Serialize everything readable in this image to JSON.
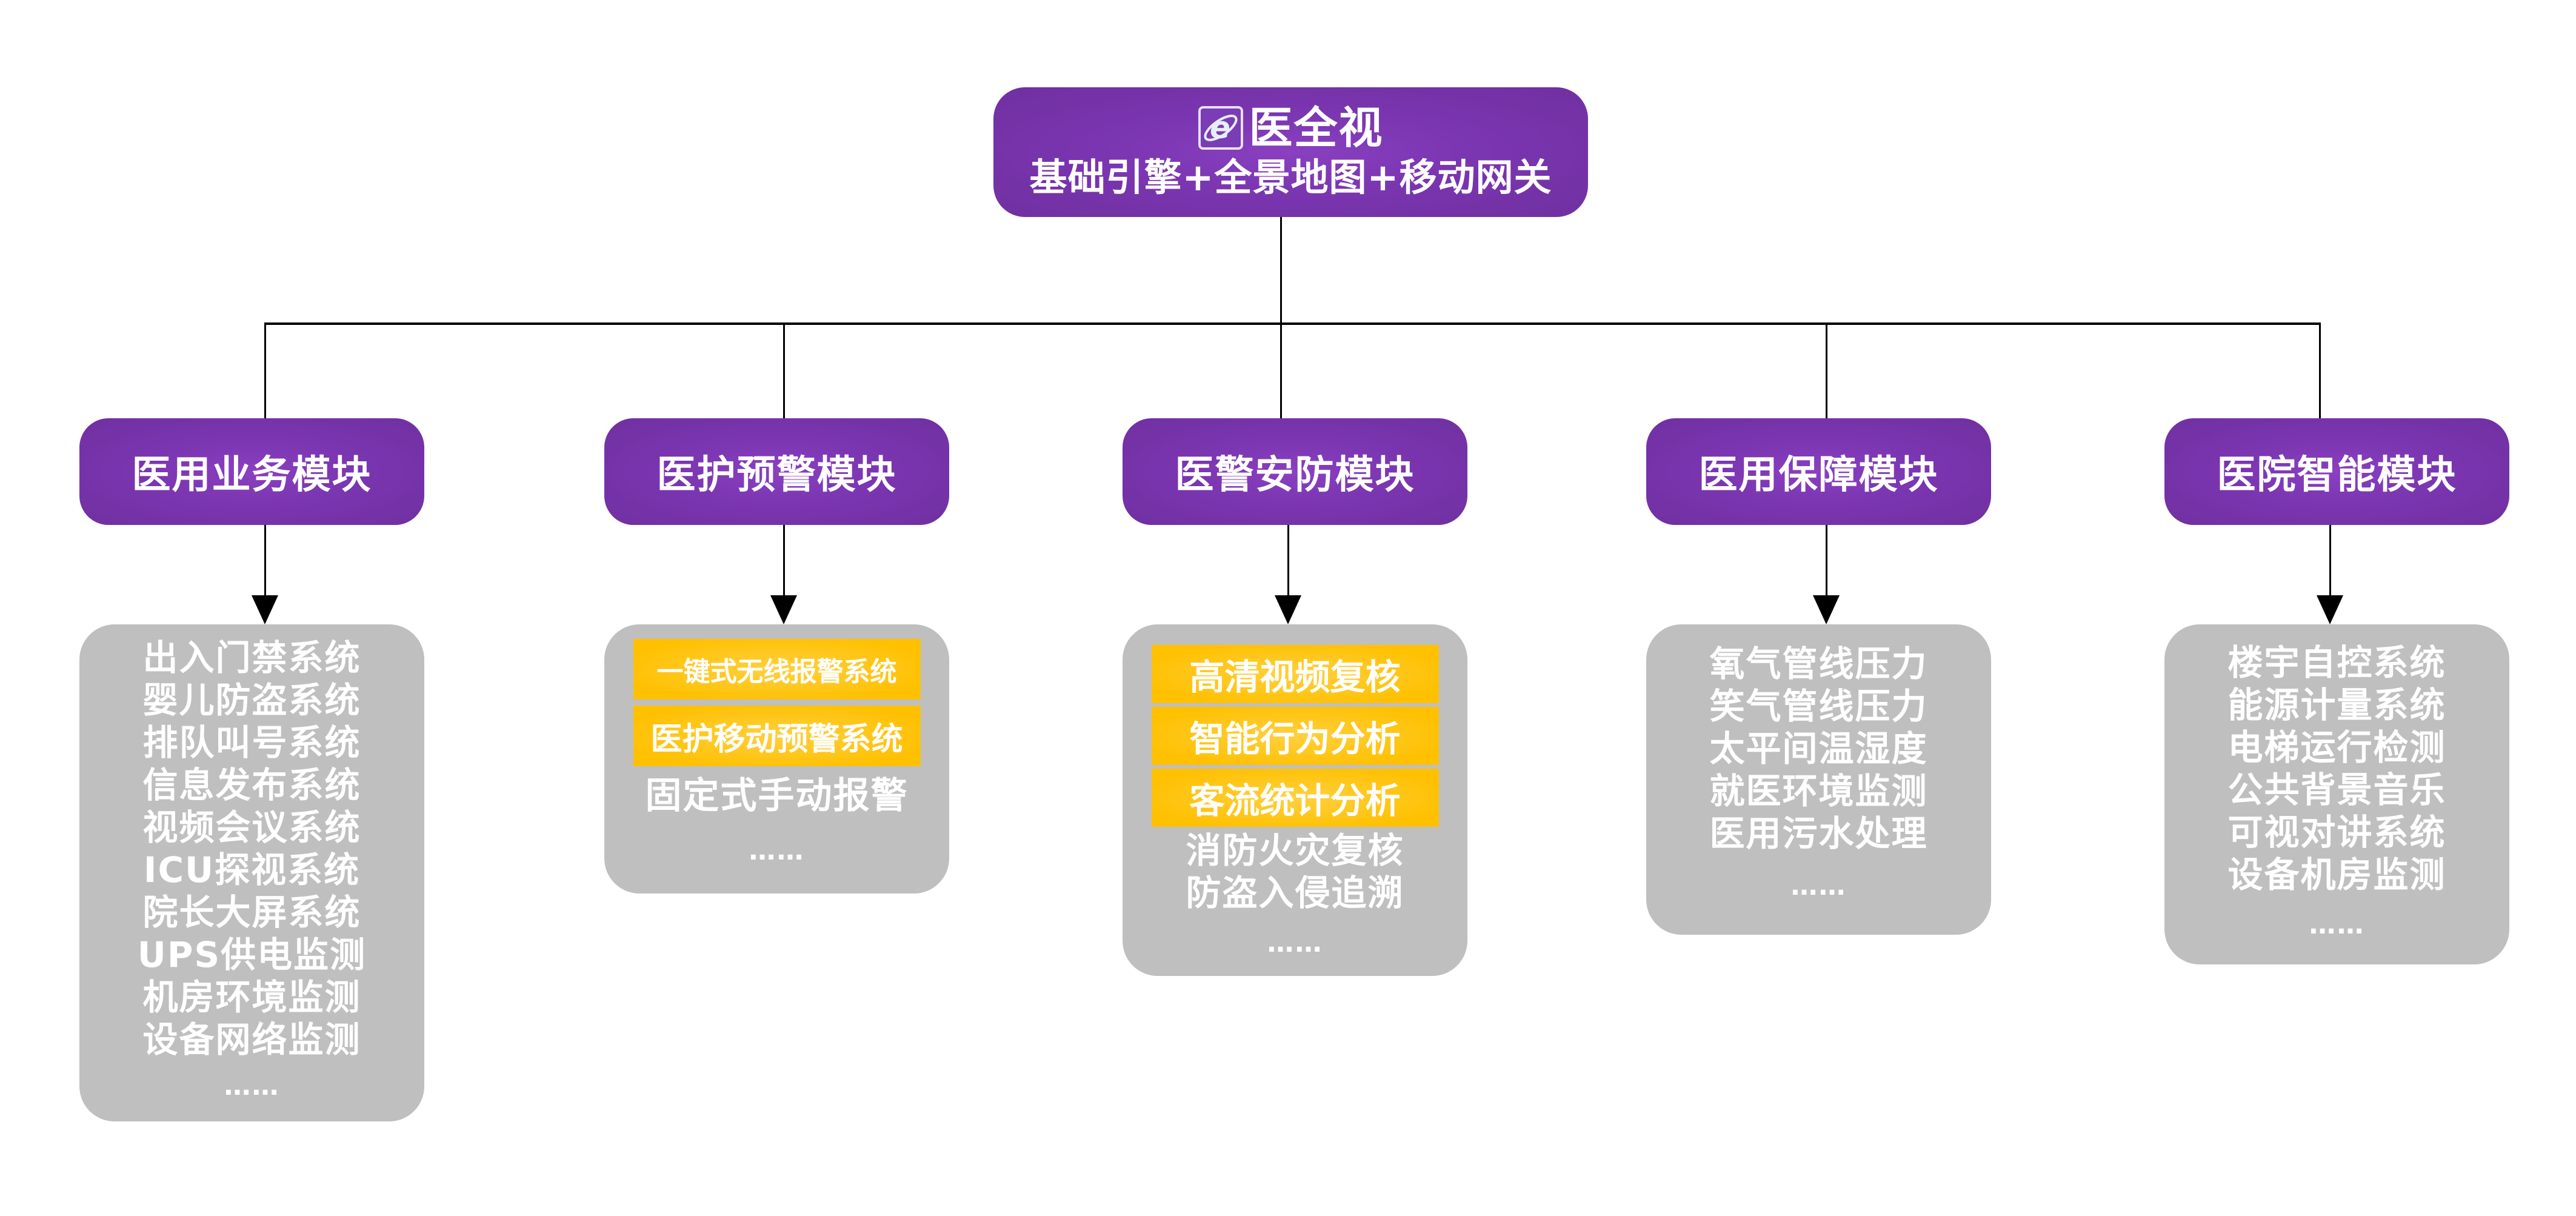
{
  "root": {
    "logo_icon": "ie-e-logo-icon",
    "title": "医全视",
    "subtitle": "基础引擎+全景地图+移动网关"
  },
  "modules": [
    {
      "title": "医用业务模块",
      "highlighted": [],
      "items": [
        "出入门禁系统",
        "婴儿防盗系统",
        "排队叫号系统",
        "信息发布系统",
        "视频会议系统",
        "ICU探视系统",
        "院长大屏系统",
        "UPS供电监测",
        "机房环境监测",
        "设备网络监测"
      ],
      "more": "……"
    },
    {
      "title": "医护预警模块",
      "highlighted": [
        "一键式无线报警系统",
        "医护移动预警系统"
      ],
      "items": [
        "固定式手动报警"
      ],
      "more": "……"
    },
    {
      "title": "医警安防模块",
      "highlighted": [
        "高清视频复核",
        "智能行为分析",
        "客流统计分析"
      ],
      "items": [
        "消防火灾复核",
        "防盗入侵追溯"
      ],
      "more": "……"
    },
    {
      "title": "医用保障模块",
      "highlighted": [],
      "items": [
        "氧气管线压力",
        "笑气管线压力",
        "太平间温湿度",
        "就医环境监测",
        "医用污水处理"
      ],
      "more": "……"
    },
    {
      "title": "医院智能模块",
      "highlighted": [],
      "items": [
        "楼宇自控系统",
        "能源计量系统",
        "电梯运行检测",
        "公共背景音乐",
        "可视对讲系统",
        "设备机房监测"
      ],
      "more": "……"
    }
  ],
  "colors": {
    "module_purple": "#7030a0",
    "highlight_orange": "#ffc000",
    "list_gray": "#bfbfbf",
    "text_white": "#ffffff",
    "connector_black": "#000000"
  }
}
